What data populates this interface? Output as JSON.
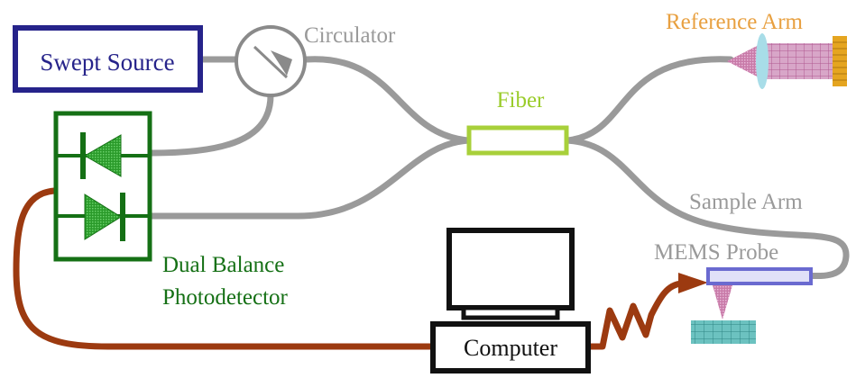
{
  "labels": {
    "swept_source": "Swept Source",
    "circulator": "Circulator",
    "reference_arm": "Reference Arm",
    "fiber": "Fiber",
    "sample_arm": "Sample Arm",
    "dual_balance_line1": "Dual Balance",
    "dual_balance_line2": "Photodetector",
    "mems_probe": "MEMS Probe",
    "computer": "Computer"
  },
  "colors": {
    "fiber_gray": "#9a9a9a",
    "swept_source_navy": "#26238a",
    "circulator_gray": "#8a8a8a",
    "reference_orange": "#e8a040",
    "fiber_label_green": "#9acc2a",
    "fiber_coupler_green": "#a8d03a",
    "detector_green": "#157015",
    "cable_brown": "#9c3a10",
    "mems_probe_gray": "#9a9a9a",
    "mems_bar_blue": "#6a6ad0",
    "mems_bar_fill": "#e0e0f8",
    "lens_cyan": "#a8dde8",
    "reference_mirror_gold": "#e5a520",
    "beam_pink": "#c070a0",
    "sample_teal": "#4aa0a0",
    "computer_black": "#111111"
  }
}
